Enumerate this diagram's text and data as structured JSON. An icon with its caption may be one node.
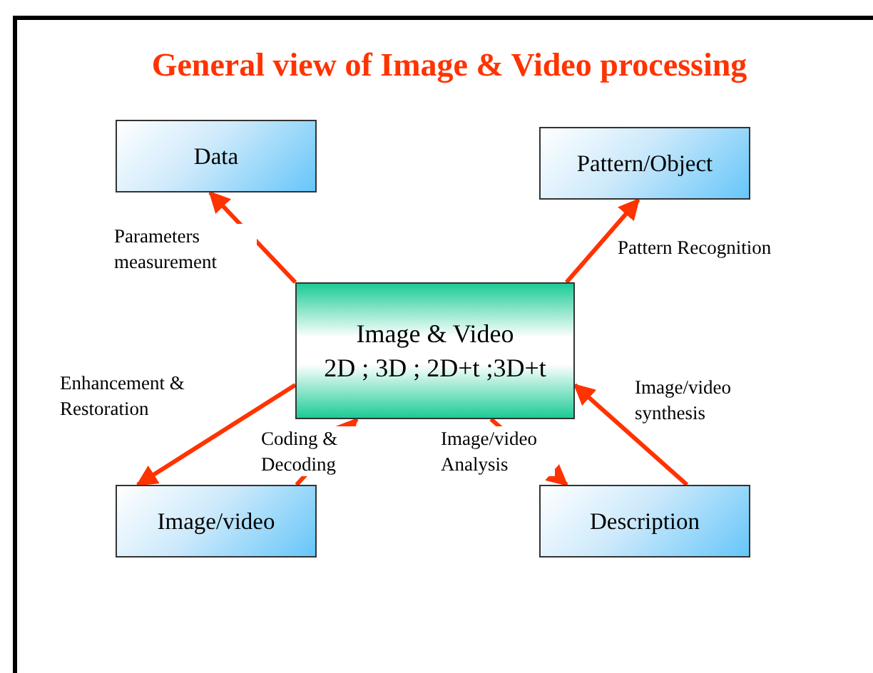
{
  "diagram": {
    "title": "General view of Image & Video processing",
    "nodes": [
      {
        "text": [
          "Data"
        ]
      },
      {
        "text": [
          "Pattern/Object"
        ]
      },
      {
        "text": [
          "Image & Video",
          "2D ; 3D ; 2D+t ;3D+t"
        ]
      },
      {
        "text": [
          "Image/video"
        ]
      },
      {
        "text": [
          "Description"
        ]
      }
    ],
    "edges": [
      {
        "from": 2,
        "to": 0,
        "arrow": "to",
        "label": "Parameters measurement"
      },
      {
        "from": 2,
        "to": 1,
        "arrow": "to",
        "label": "Pattern Recognition"
      },
      {
        "from": 2,
        "to": 3,
        "arrow": "to",
        "label": "Enhancement & Restoration"
      },
      {
        "from": 3,
        "to": 2,
        "arrow": "to",
        "label": "Coding & Decoding"
      },
      {
        "from": 2,
        "to": 4,
        "arrow": "to",
        "label": "Image/video Analysis"
      },
      {
        "from": 4,
        "to": 2,
        "arrow": "to",
        "label": "Image/video synthesis"
      }
    ]
  }
}
